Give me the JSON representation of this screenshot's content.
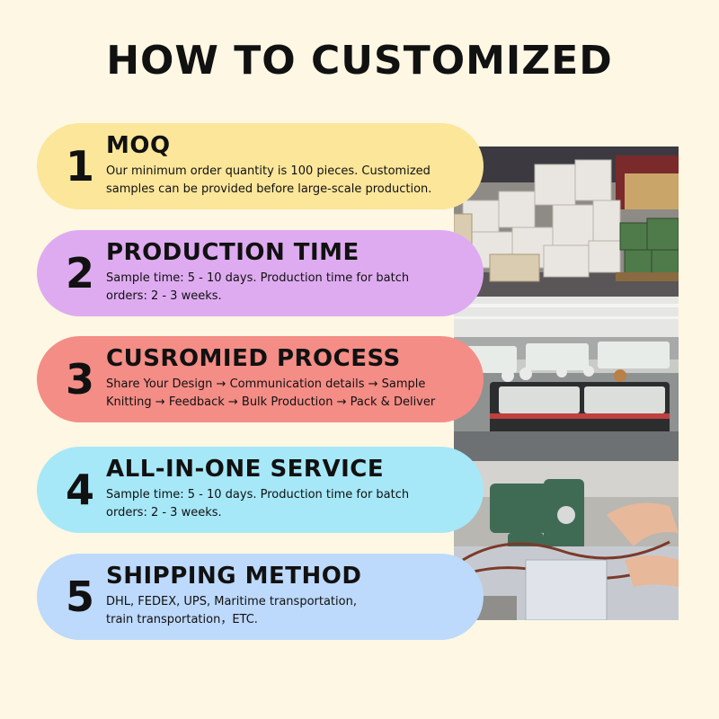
{
  "title": "HOW TO CUSTOMIZED",
  "colors": {
    "background": "#fdf7e4",
    "step1": "#fbe69a",
    "step2": "#deabf0",
    "step3": "#f48d86",
    "step4": "#a6e8f7",
    "step5": "#bdd9fb"
  },
  "steps": [
    {
      "number": "1",
      "heading": "MOQ",
      "lines": [
        "Our minimum order quantity is 100 pieces. Customized",
        "samples can be provided before large-scale production."
      ]
    },
    {
      "number": "2",
      "heading": "PRODUCTION  TIME",
      "lines": [
        "Sample time: 5 - 10 days. Production time for batch",
        "orders: 2 - 3 weeks."
      ]
    },
    {
      "number": "3",
      "heading": "CUSROMIED  PROCESS",
      "lines": [
        "Share Your Design → Communication details → Sample",
        "Knitting → Feedback → Bulk Production → Pack & Deliver"
      ]
    },
    {
      "number": "4",
      "heading": "ALL-IN-ONE  SERVICE",
      "lines": [
        "Sample time: 5 - 10 days. Production time for batch",
        "orders: 2 - 3 weeks."
      ]
    },
    {
      "number": "5",
      "heading": "SHIPPING  METHOD",
      "lines": [
        "DHL, FEDEX, UPS, Maritime transportation,",
        "train transportation，ETC."
      ]
    }
  ],
  "photos": {
    "warehouse": "warehouse-photo",
    "factory": "knitting-factory-photo",
    "linking": "linking-machine-photo"
  }
}
